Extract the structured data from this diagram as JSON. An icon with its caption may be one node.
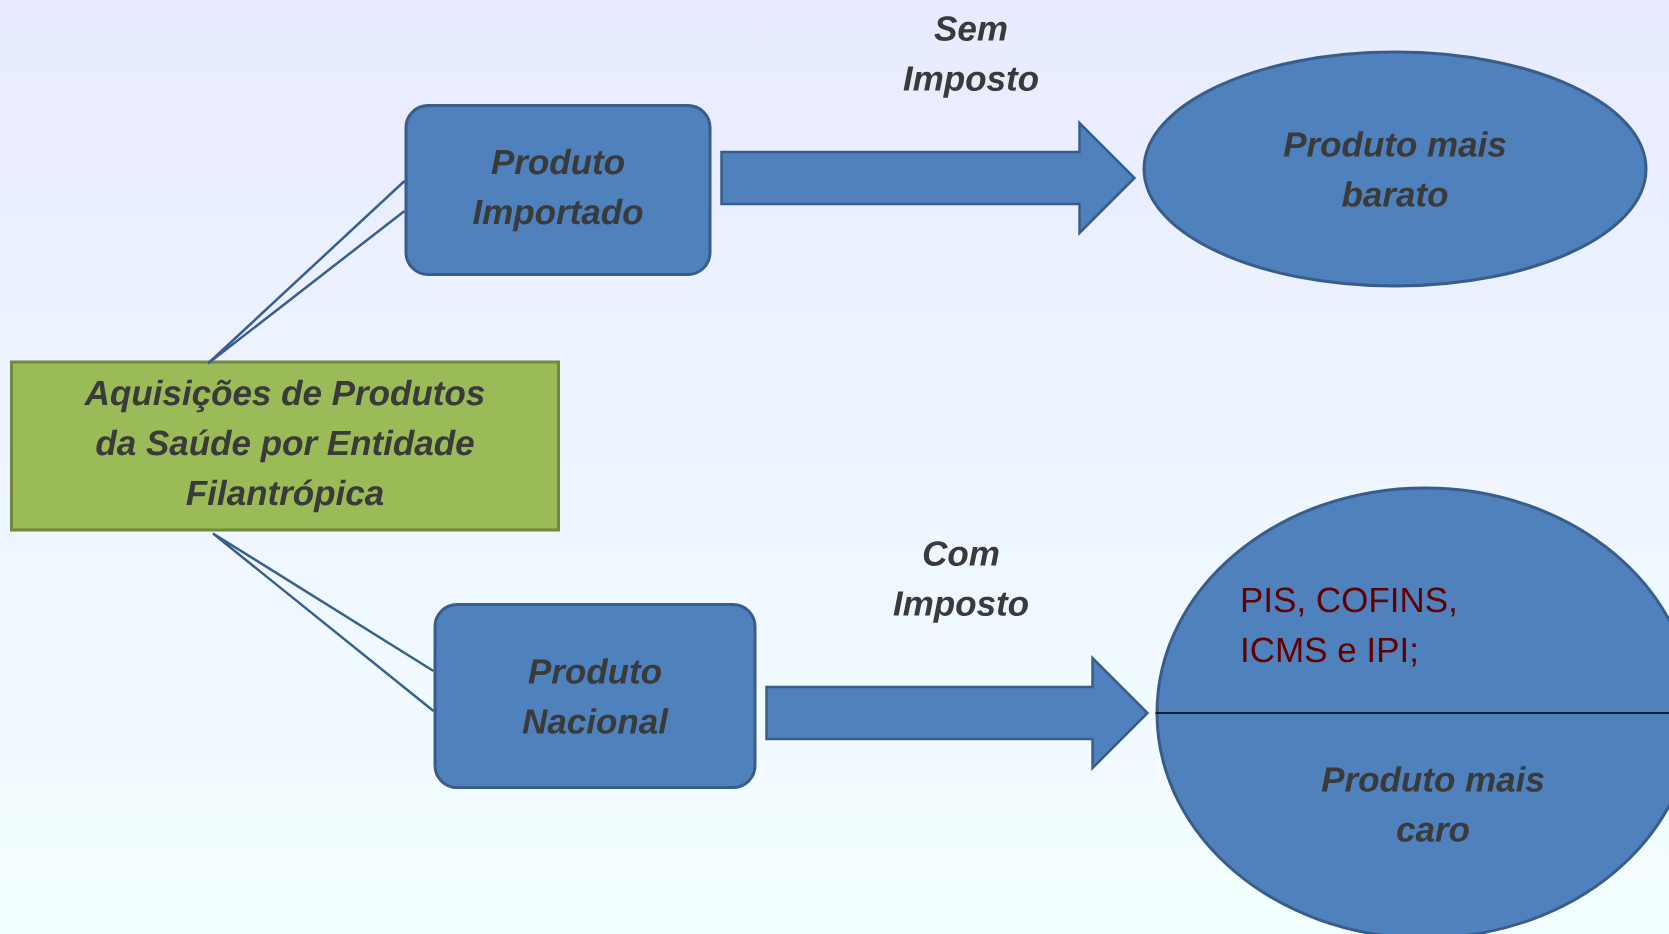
{
  "diagram": {
    "nodes": [
      {
        "text": [
          "Aquisições de Produtos da Saúde por Entidade Filantrópica"
        ]
      },
      {
        "text": [
          "Produto Importado"
        ]
      },
      {
        "text": [
          "Produto Nacional"
        ]
      },
      {
        "text": [
          "Produto mais barato"
        ]
      },
      {
        "text": [
          "PIS, COFINS, ICMS e IPI;",
          "Produto mais caro"
        ]
      }
    ],
    "edges": [
      {
        "from": 0,
        "to": 1,
        "arrow": "none"
      },
      {
        "from": 0,
        "to": 2,
        "arrow": "none"
      },
      {
        "from": 1,
        "to": 3,
        "arrow": "to",
        "label": "Sem Imposto"
      },
      {
        "from": 2,
        "to": 4,
        "arrow": "to",
        "label": "Com Imposto"
      }
    ]
  }
}
